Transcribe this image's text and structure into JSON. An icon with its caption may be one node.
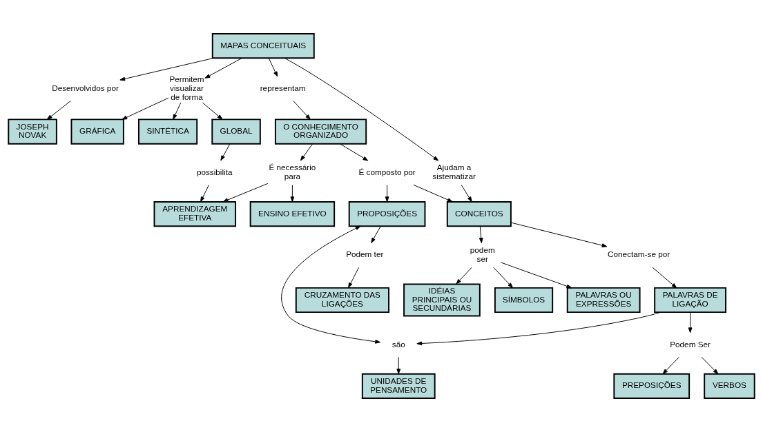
{
  "diagram": {
    "nodes": [
      {
        "text": [
          "MAPAS CONCEITUAIS"
        ]
      },
      {
        "text": [
          "Desenvolvidos por"
        ]
      },
      {
        "text": [
          "JOSEPH NOVAK"
        ]
      },
      {
        "text": [
          "Permitem visualizar de forma"
        ]
      },
      {
        "text": [
          "GRÁFICA"
        ]
      },
      {
        "text": [
          "SINTÉTICA"
        ]
      },
      {
        "text": [
          "representam"
        ]
      },
      {
        "text": [
          "GLOBAL"
        ]
      },
      {
        "text": [
          "Ajudam a sistematizar"
        ]
      },
      {
        "text": [
          "O CONHECIMENTO ORGANIZADO"
        ]
      },
      {
        "text": [
          "É necessário para"
        ]
      },
      {
        "text": [
          "possibilita"
        ]
      },
      {
        "text": [
          "IDÉIAS PRINCIPAIS OU SECUNDÁRIAS"
        ]
      },
      {
        "text": [
          "É composto por"
        ]
      },
      {
        "text": [
          "SÍMBOLOS"
        ]
      },
      {
        "text": [
          "podem ser"
        ]
      },
      {
        "text": [
          "CONCEITOS"
        ]
      },
      {
        "text": [
          "ENSINO EFETIVO"
        ]
      },
      {
        "text": [
          "APRENDIZAGEM EFETIVA"
        ]
      },
      {
        "text": [
          "PALAVRAS OU EXPRESSÕES"
        ]
      },
      {
        "text": [
          "Conectam-se por"
        ]
      },
      {
        "text": [
          "PROPOSIÇÕES"
        ]
      },
      {
        "text": [
          "PALAVRAS DE LIGAÇÃO"
        ]
      },
      {
        "text": [
          "são"
        ]
      },
      {
        "text": [
          "Podem ter"
        ]
      },
      {
        "text": [
          "Podem Ser"
        ]
      },
      {
        "text": [
          "VERBOS"
        ]
      },
      {
        "text": [
          "PREPOSIÇÕES"
        ]
      },
      {
        "text": [
          "UNIDADES DE PENSAMENTO"
        ]
      },
      {
        "text": [
          "CRUZAMENTO DAS LIGAÇÕES"
        ]
      }
    ],
    "edges": [
      {
        "from": 0,
        "to": 1,
        "arrow": "to"
      },
      {
        "from": 1,
        "to": 2,
        "arrow": "to"
      },
      {
        "from": 0,
        "to": 3,
        "arrow": "to"
      },
      {
        "from": 3,
        "to": 4,
        "arrow": "to"
      },
      {
        "from": 3,
        "to": 5,
        "arrow": "to"
      },
      {
        "from": 3,
        "to": 7,
        "arrow": "to"
      },
      {
        "from": 0,
        "to": 8,
        "arrow": "to"
      },
      {
        "from": 0,
        "to": 6,
        "arrow": "to"
      },
      {
        "from": 6,
        "to": 9,
        "arrow": "to"
      },
      {
        "from": 8,
        "to": 16,
        "arrow": "to"
      },
      {
        "from": 9,
        "to": 10,
        "arrow": "to"
      },
      {
        "from": 9,
        "to": 13,
        "arrow": "to"
      },
      {
        "from": 7,
        "to": 11,
        "arrow": "to"
      },
      {
        "from": 11,
        "to": 18,
        "arrow": "to"
      },
      {
        "from": 10,
        "to": 17,
        "arrow": "to"
      },
      {
        "from": 10,
        "to": 18,
        "arrow": "to"
      },
      {
        "from": 13,
        "to": 16,
        "arrow": "to"
      },
      {
        "from": 13,
        "to": 21,
        "arrow": "to"
      },
      {
        "from": 16,
        "to": 15,
        "arrow": "to"
      },
      {
        "from": 15,
        "to": 12,
        "arrow": "to"
      },
      {
        "from": 15,
        "to": 14,
        "arrow": "to"
      },
      {
        "from": 15,
        "to": 19,
        "arrow": "to"
      },
      {
        "from": 16,
        "to": 20,
        "arrow": "to"
      },
      {
        "from": 20,
        "to": 22,
        "arrow": "to"
      },
      {
        "from": 22,
        "to": 23,
        "arrow": "to"
      },
      {
        "from": 22,
        "to": 25,
        "arrow": "to"
      },
      {
        "from": 21,
        "to": 23,
        "arrow": "both"
      },
      {
        "from": 21,
        "to": 24,
        "arrow": "to"
      },
      {
        "from": 23,
        "to": 28,
        "arrow": "to"
      },
      {
        "from": 24,
        "to": 29,
        "arrow": "to"
      },
      {
        "from": 25,
        "to": 26,
        "arrow": "to"
      },
      {
        "from": 25,
        "to": 27,
        "arrow": "to"
      }
    ]
  }
}
